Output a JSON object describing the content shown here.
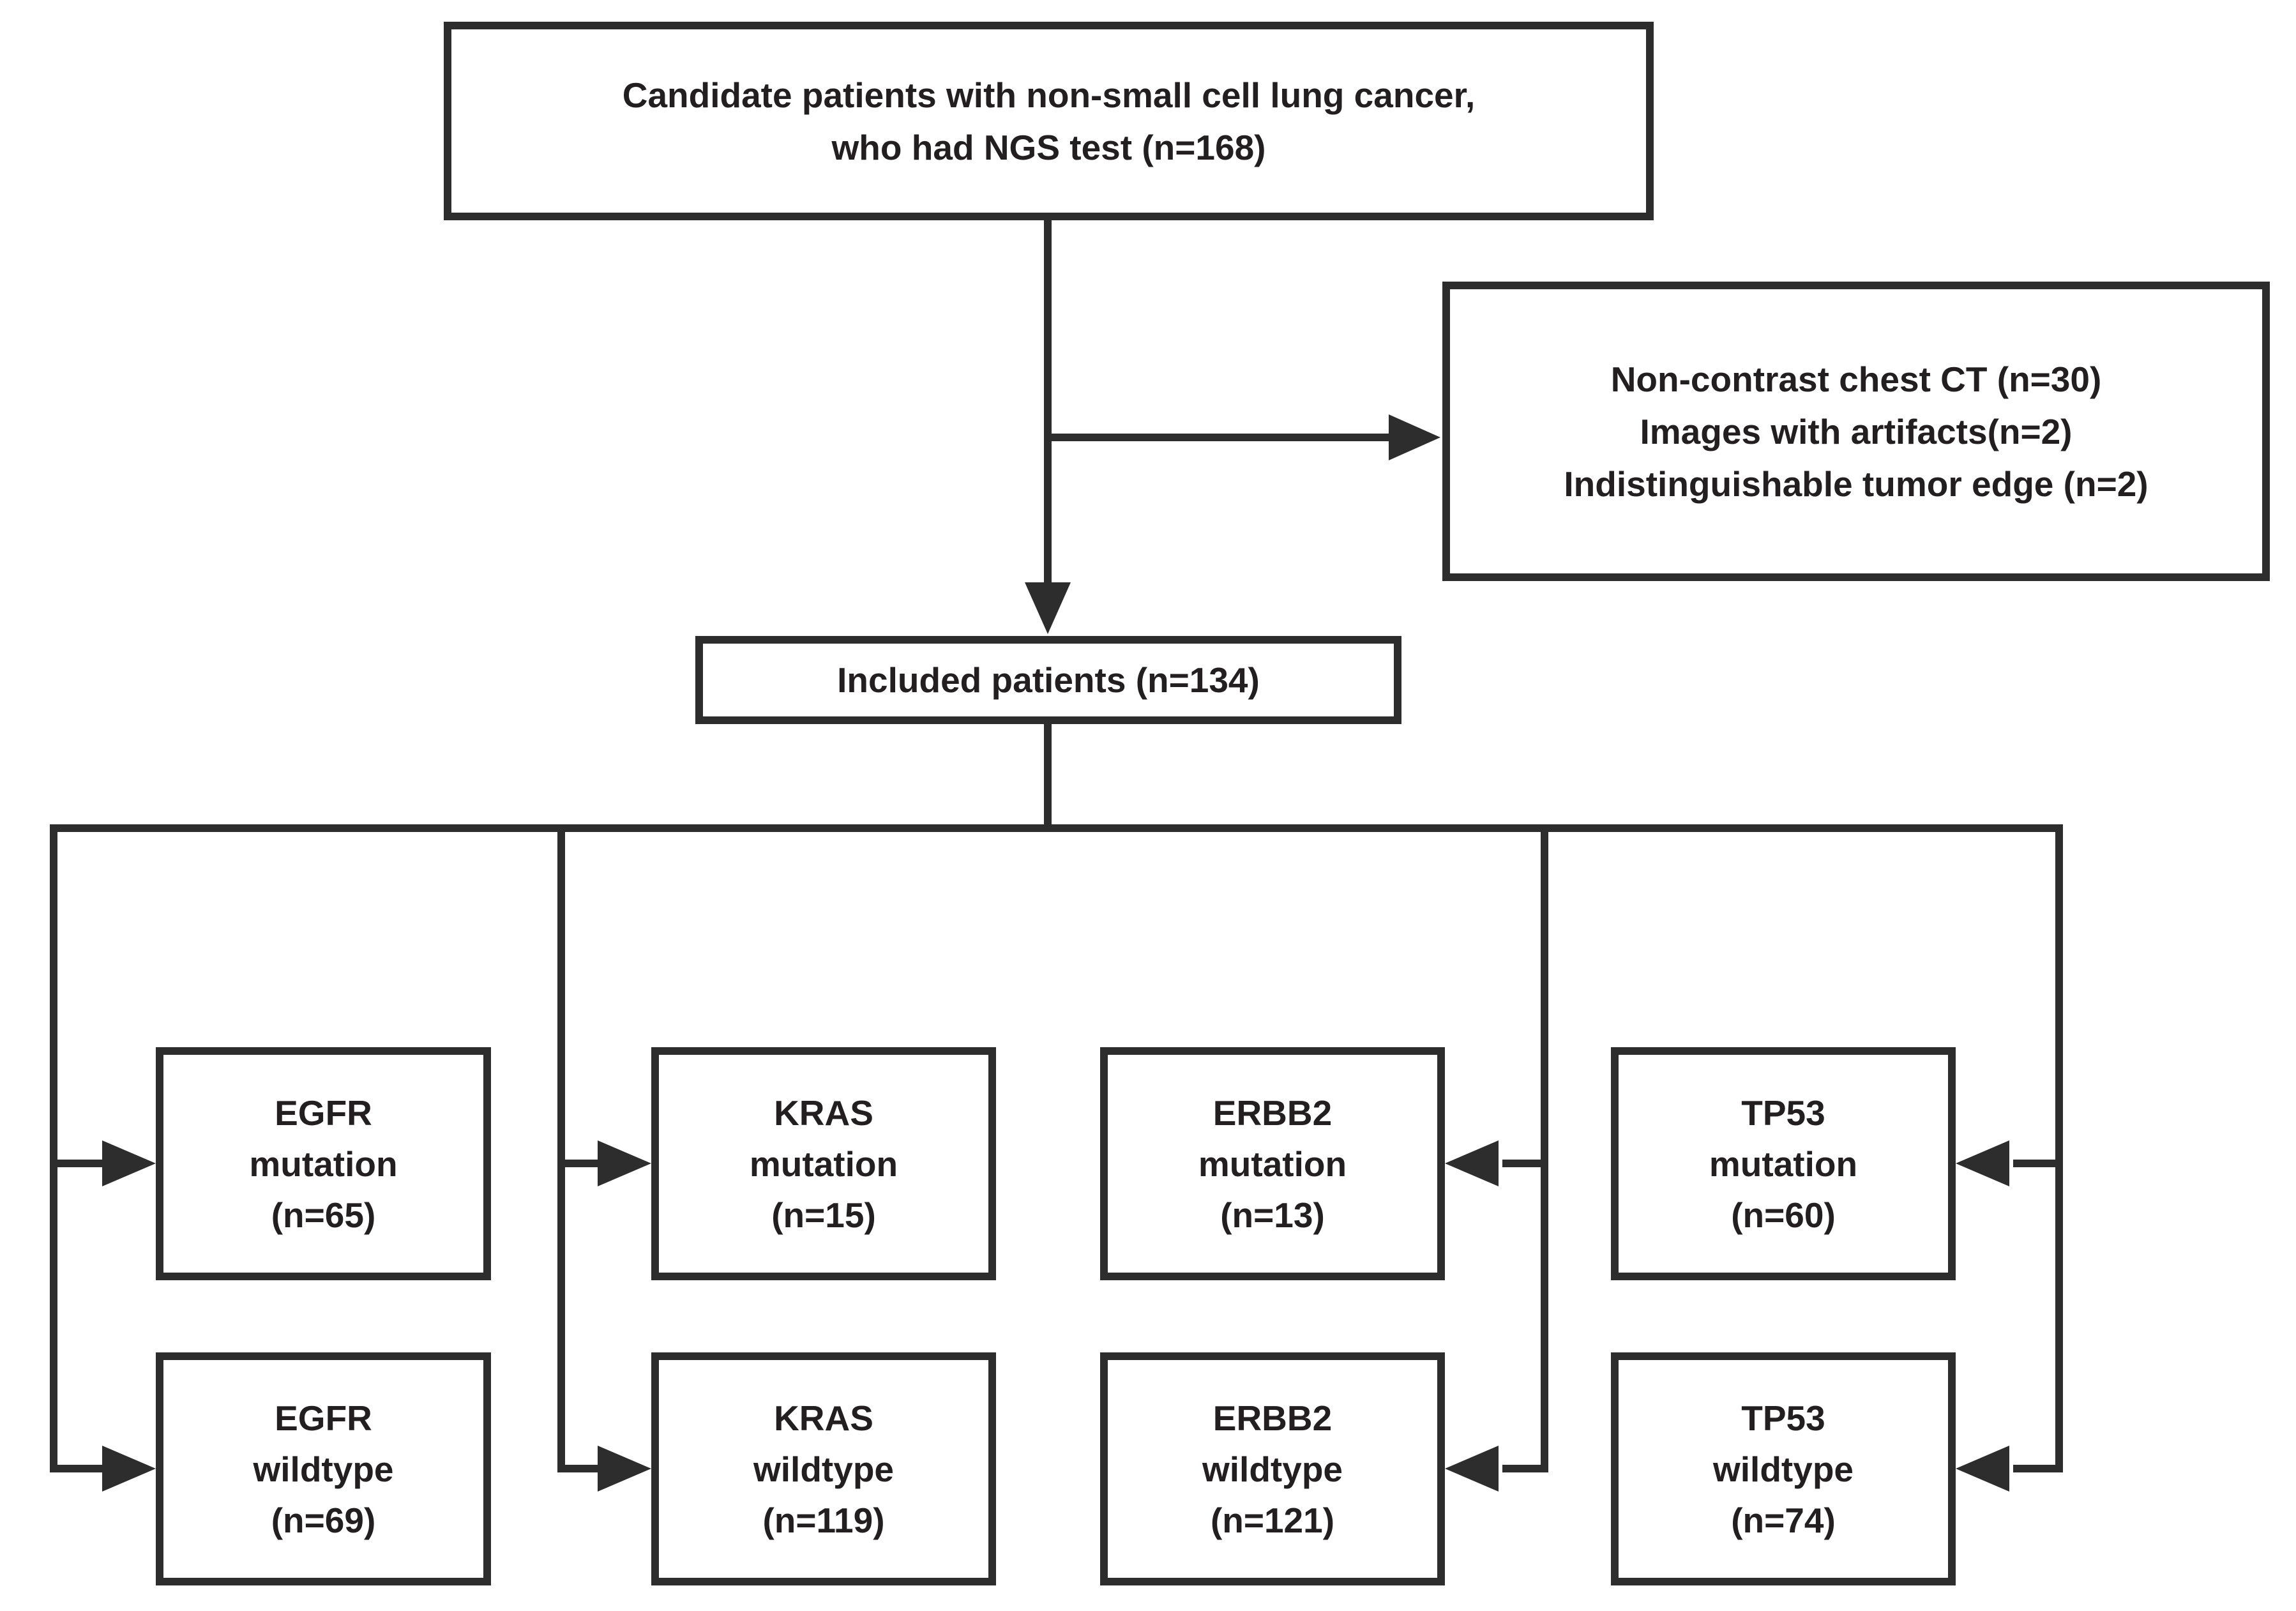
{
  "diagram": {
    "type": "patient-flowchart",
    "top_box": {
      "line1": "Candidate patients with non-small cell lung cancer,",
      "line2": "who had NGS test (n=168)",
      "n": 168
    },
    "exclusion_box": {
      "line1": "Non-contrast chest CT (n=30)",
      "line2": "Images with artifacts(n=2)",
      "line3": "Indistinguishable tumor edge (n=2)",
      "excluded_counts": [
        30,
        2,
        2
      ]
    },
    "included_box": {
      "label": "Included patients (n=134)",
      "n": 134
    },
    "cohort_boxes": [
      {
        "gene": "EGFR",
        "type": "mutation",
        "n_label": "(n=65)",
        "n": 65
      },
      {
        "gene": "EGFR",
        "type": "wildtype",
        "n_label": "(n=69)",
        "n": 69
      },
      {
        "gene": "KRAS",
        "type": "mutation",
        "n_label": "(n=15)",
        "n": 15
      },
      {
        "gene": "KRAS",
        "type": "wildtype",
        "n_label": "(n=119)",
        "n": 119
      },
      {
        "gene": "ERBB2",
        "type": "mutation",
        "n_label": "(n=13)",
        "n": 13
      },
      {
        "gene": "ERBB2",
        "type": "wildtype",
        "n_label": "(n=121)",
        "n": 121
      },
      {
        "gene": "TP53",
        "type": "mutation",
        "n_label": "(n=60)",
        "n": 60
      },
      {
        "gene": "TP53",
        "type": "wildtype",
        "n_label": "(n=74)",
        "n": 74
      }
    ],
    "colors": {
      "line": "#2d2d2d",
      "text": "#231f20",
      "background": "#ffffff"
    }
  }
}
